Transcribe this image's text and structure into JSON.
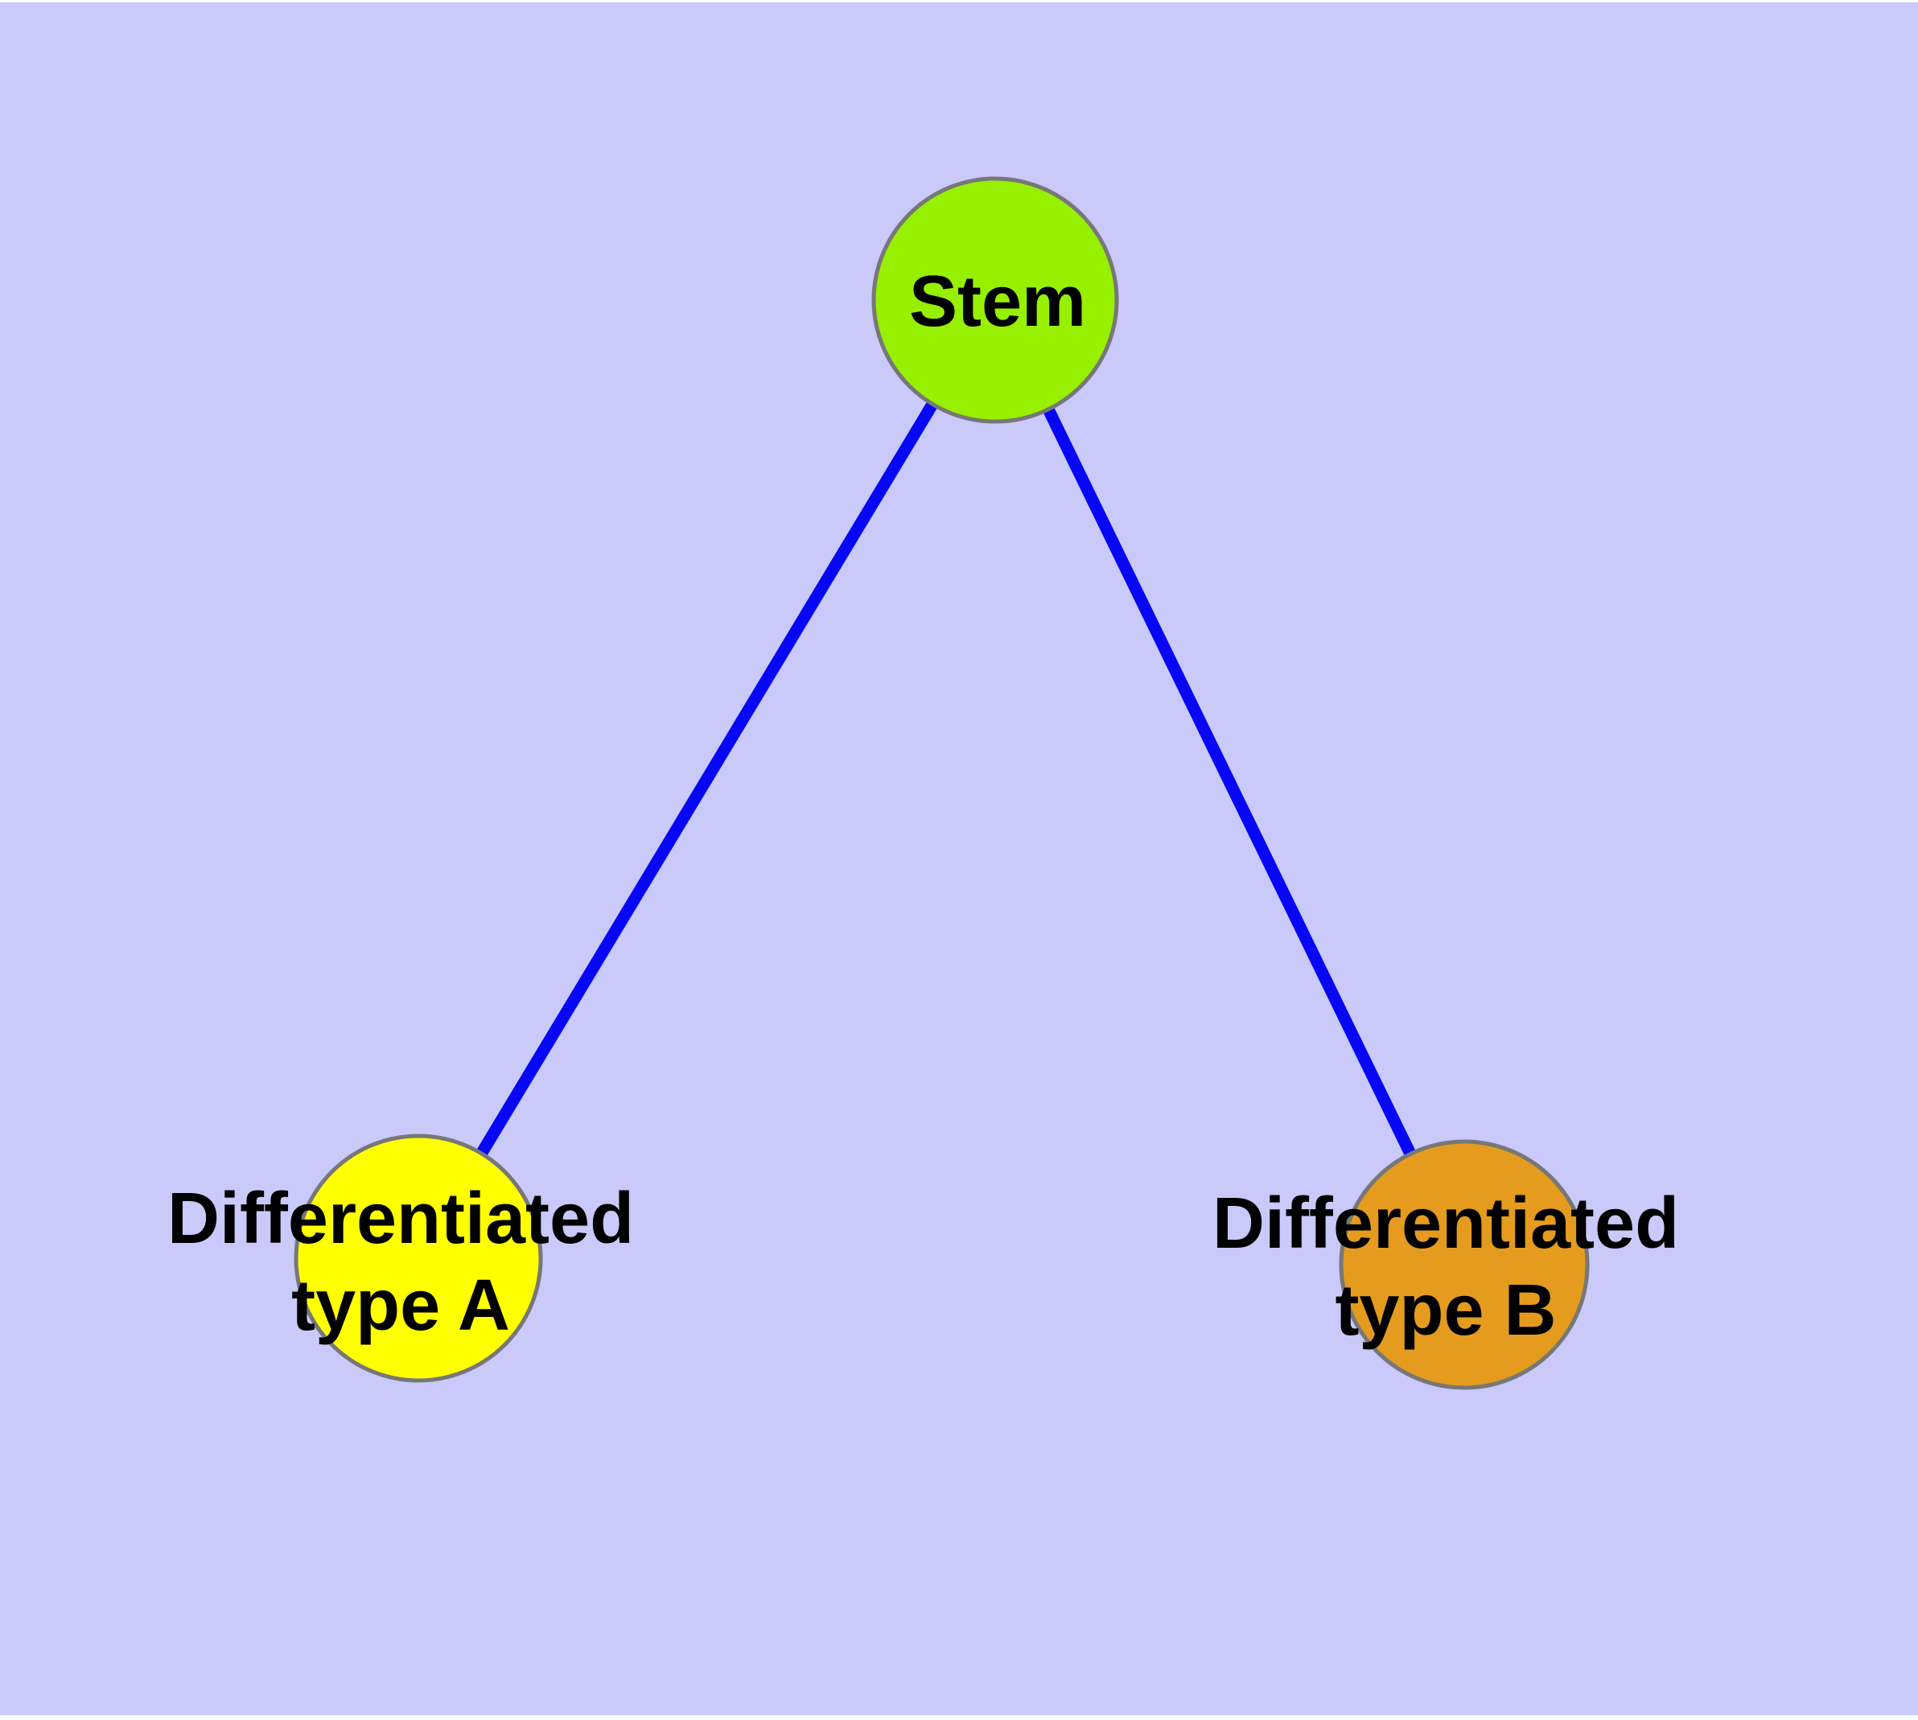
{
  "diagram": {
    "type": "graph",
    "background_color": "#c9c9fa",
    "margin_color": "#ffffff",
    "text_color": "#000000",
    "node_border_color": "#777777",
    "edge_color": "#0707f5",
    "nodes": [
      {
        "id": "stem",
        "label": "Stem",
        "label_lines": [
          "Stem"
        ],
        "fill": "#97f000"
      },
      {
        "id": "differentiated-type-a",
        "label": "Differentiated type A",
        "label_lines": [
          "Differentiated",
          "type A"
        ],
        "fill": "#ffff00"
      },
      {
        "id": "differentiated-type-b",
        "label": "Differentiated type B",
        "label_lines": [
          "Differentiated",
          "type B"
        ],
        "fill": "#e49b1e"
      }
    ],
    "edges": [
      {
        "from": "Stem",
        "to": "Differentiated type A"
      },
      {
        "from": "Stem",
        "to": "Differentiated type B"
      }
    ]
  }
}
